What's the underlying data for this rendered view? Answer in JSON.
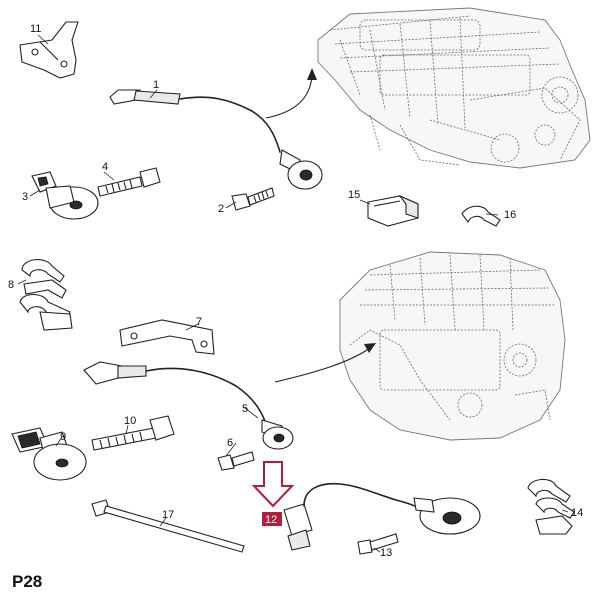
{
  "page_code": "P28",
  "highlight": {
    "callout": "12",
    "color": "#b0203a"
  },
  "callouts": {
    "c1": "1",
    "c2": "2",
    "c3": "3",
    "c4": "4",
    "c5": "5",
    "c6": "6",
    "c7": "7",
    "c8": "8",
    "c9": "9",
    "c10": "10",
    "c11": "11",
    "c12": "12",
    "c13": "13",
    "c14": "14",
    "c15": "15",
    "c16": "16",
    "c17": "17"
  }
}
